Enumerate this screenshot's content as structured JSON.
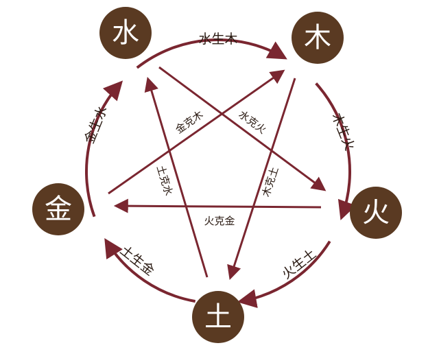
{
  "colors": {
    "element_fill": "#5a3a22",
    "arrow": "#7a2630",
    "label_text": "#2a1a12",
    "background": "#ffffff"
  },
  "elements": {
    "water": "水",
    "wood": "木",
    "fire": "火",
    "earth": "土",
    "metal": "金"
  },
  "generating_cycle": {
    "water_wood": "水生木",
    "wood_fire": "木生火",
    "fire_earth": "火生土",
    "earth_metal": "土生金",
    "metal_water": "金生水"
  },
  "overcoming_cycle": {
    "water_fire": "水克火",
    "fire_metal": "火克金",
    "metal_wood": "金克木",
    "wood_earth": "木克土",
    "earth_water": "土克水"
  }
}
